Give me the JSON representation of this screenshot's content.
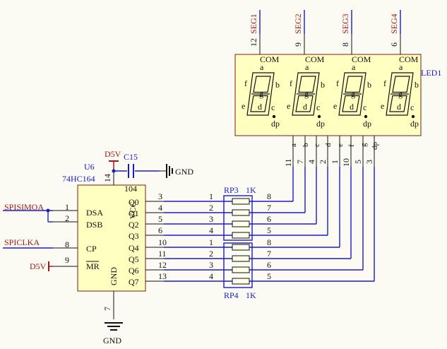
{
  "u6": {
    "designator": "U6",
    "part": "74HC164",
    "left_pins": [
      {
        "num": "1",
        "name": "DSA"
      },
      {
        "num": "2",
        "name": "DSB"
      },
      {
        "num": "8",
        "name": "CP"
      },
      {
        "num": "9",
        "name": "MR"
      }
    ],
    "right_pins": [
      {
        "num": "3",
        "name": "Q0"
      },
      {
        "num": "4",
        "name": "Q1"
      },
      {
        "num": "5",
        "name": "Q2"
      },
      {
        "num": "6",
        "name": "Q3"
      },
      {
        "num": "10",
        "name": "Q4"
      },
      {
        "num": "11",
        "name": "Q5"
      },
      {
        "num": "12",
        "name": "Q6"
      },
      {
        "num": "13",
        "name": "Q7"
      }
    ],
    "vcc": {
      "num": "14",
      "name": "VCC"
    },
    "gnd": {
      "num": "7",
      "name": "GND"
    }
  },
  "nets": {
    "spisimoa": "SPISIMOA",
    "spiclka": "SPICLKA",
    "d5v_mr": "D5V",
    "d5v_top": "D5V",
    "gnd_cap": "GND",
    "gnd_bottom": "GND"
  },
  "c15": {
    "designator": "C15",
    "value": "104"
  },
  "rp3": {
    "designator": "RP3",
    "value": "1K",
    "left_pins": [
      "1",
      "2",
      "3",
      "4"
    ],
    "right_pins": [
      "8",
      "7",
      "6",
      "5"
    ]
  },
  "rp4": {
    "designator": "RP4",
    "value": "1K",
    "left_pins": [
      "1",
      "2",
      "3",
      "4"
    ],
    "right_pins": [
      "8",
      "7",
      "6",
      "5"
    ]
  },
  "led1": {
    "designator": "LED1",
    "seg_nets": [
      "SEG1",
      "SEG2",
      "SEG3",
      "SEG4"
    ],
    "com_pin_nums": [
      "12",
      "9",
      "8",
      "6"
    ],
    "com_label": "COM",
    "segment_letters": [
      "a",
      "b",
      "c",
      "d",
      "e",
      "f",
      "g",
      "dp"
    ],
    "bottom_pins": [
      {
        "name": "a",
        "num": "11"
      },
      {
        "name": "b",
        "num": "7"
      },
      {
        "name": "c",
        "num": "4"
      },
      {
        "name": "d",
        "num": "2"
      },
      {
        "name": "e",
        "num": "1"
      },
      {
        "name": "f",
        "num": "10"
      },
      {
        "name": "g",
        "num": "5"
      },
      {
        "name": "dp",
        "num": "3"
      }
    ]
  }
}
